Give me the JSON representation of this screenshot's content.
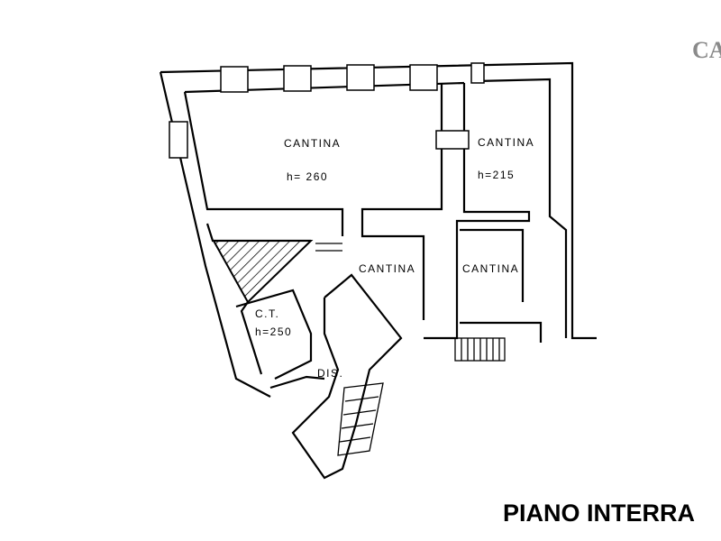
{
  "logo": {
    "text": "CA"
  },
  "title": "PIANO INTERRA",
  "rooms": [
    {
      "label": "CANTINA",
      "height": "h= 260"
    },
    {
      "label": "CANTINA",
      "height": "h=215"
    },
    {
      "label": "CANTINA"
    },
    {
      "label": "CANTINA"
    },
    {
      "label": "C.T.",
      "height": "h=250"
    },
    {
      "label": "DIS."
    }
  ],
  "colors": {
    "line": "#000000",
    "logo": "#8a8a8a"
  }
}
